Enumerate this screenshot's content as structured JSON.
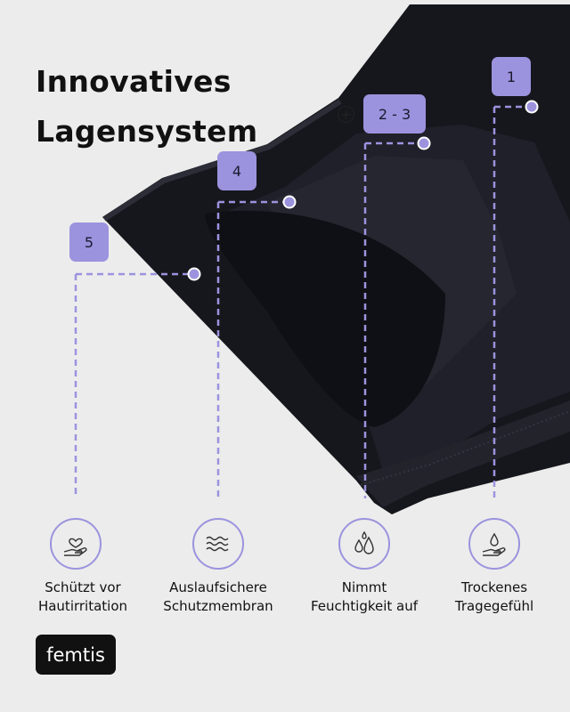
{
  "title": {
    "line1": "Innovatives",
    "line2": "Lagensystem"
  },
  "layers": [
    {
      "number": "1"
    },
    {
      "number": "2 - 3",
      "prefix": "+"
    },
    {
      "number": "4"
    },
    {
      "number": "5"
    }
  ],
  "features": [
    {
      "icon": "heart-hand-icon",
      "line1": "Schützt vor",
      "line2": "Hautirritation"
    },
    {
      "icon": "waves-icon",
      "line1": "Auslaufsichere",
      "line2": "Schutzmembran"
    },
    {
      "icon": "drops-icon",
      "line1": "Nimmt",
      "line2": "Feuchtigkeit auf"
    },
    {
      "icon": "drop-hand-icon",
      "line1": "Trockenes",
      "line2": "Tragegefühl"
    }
  ],
  "brand": {
    "logo": "femtis"
  },
  "colors": {
    "accent": "#9b93de",
    "background": "#ececec",
    "fabric": "#15161c"
  }
}
